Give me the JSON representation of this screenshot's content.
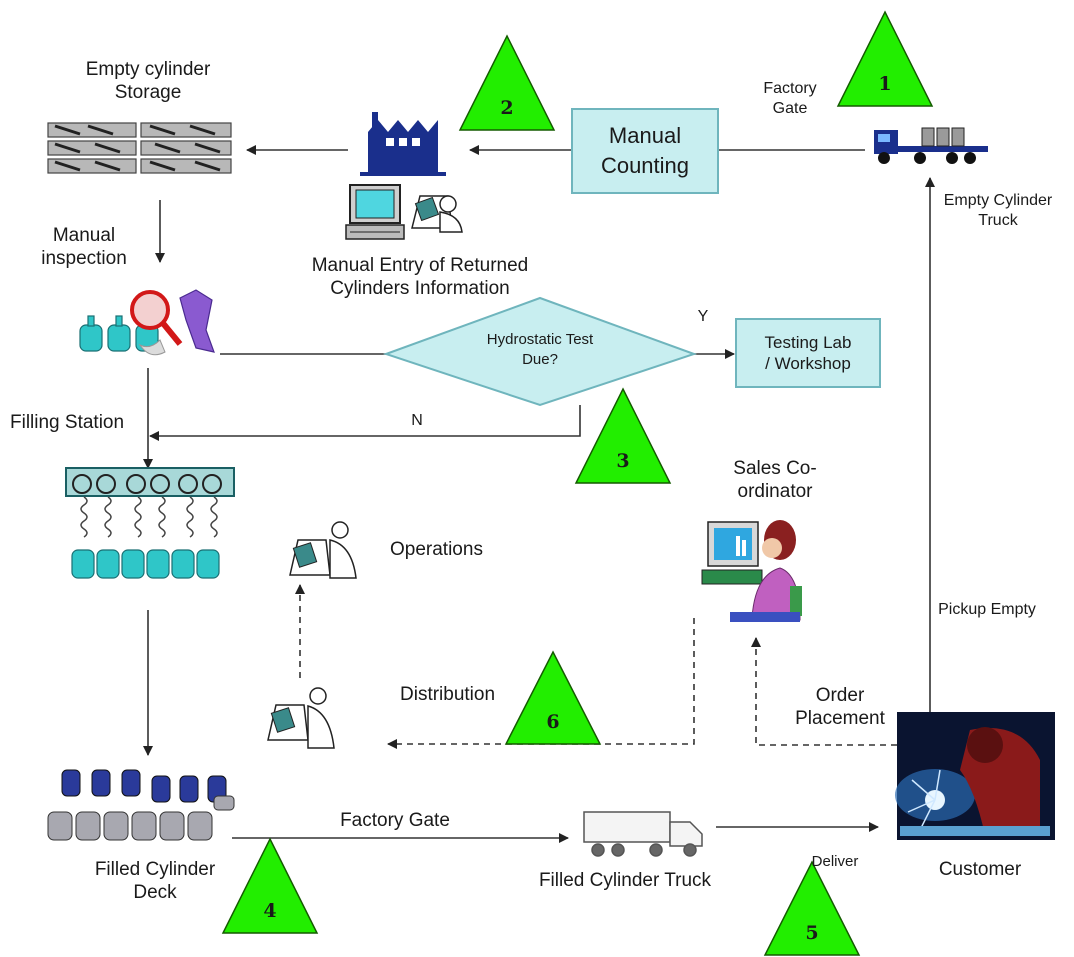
{
  "labels": {
    "empty_storage": [
      "Empty cylinder",
      "Storage"
    ],
    "manual_inspection": [
      "Manual",
      "inspection"
    ],
    "manual_entry": [
      "Manual Entry of Returned",
      "Cylinders Information"
    ],
    "factory_gate_top": [
      "Factory",
      "Gate"
    ],
    "empty_truck": [
      "Empty Cylinder",
      "Truck"
    ],
    "filling_station": "Filling Station",
    "operations": "Operations",
    "sales_coordinator": [
      "Sales Co-",
      "ordinator"
    ],
    "pickup_empty": "Pickup Empty",
    "order_placement": [
      "Order",
      "Placement"
    ],
    "distribution": "Distribution",
    "factory_gate_bottom": "Factory Gate",
    "filled_deck": [
      "Filled Cylinder",
      "Deck"
    ],
    "filled_truck": "Filled Cylinder Truck",
    "deliver": "Deliver",
    "customer": "Customer",
    "yes": "Y",
    "no": "N"
  },
  "boxes": {
    "manual_counting": [
      "Manual",
      "Counting"
    ],
    "testing_lab": [
      "Testing Lab",
      "/ Workshop"
    ]
  },
  "decision": [
    "Hydrostatic Test",
    "Due?"
  ],
  "steps": [
    "1",
    "2",
    "3",
    "4",
    "5",
    "6"
  ],
  "colors": {
    "triangle_fill": "#22ee00",
    "box_fill": "#c8eef0",
    "box_border": "#6fb5bd",
    "cylinder_teal": "#2fc6c8",
    "truck_blue": "#1a2f8c"
  },
  "icons": [
    "factory-icon",
    "computer-icon",
    "clerk-icon",
    "magnifier-icon",
    "cylinder-rack-icon",
    "truck-icon",
    "welder-icon",
    "sales-woman-icon"
  ]
}
